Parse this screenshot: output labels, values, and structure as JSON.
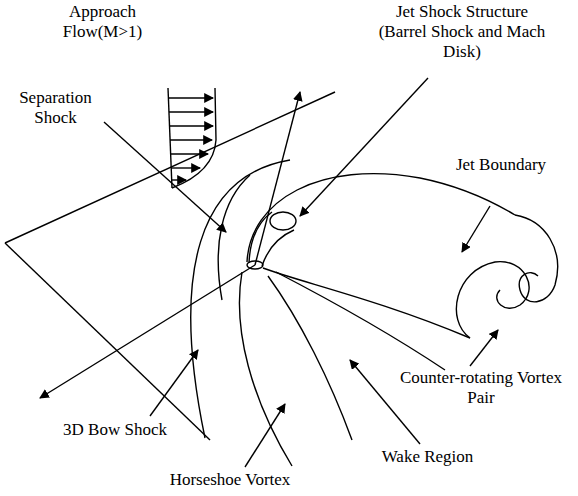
{
  "diagram": {
    "labels": [
      "Approach Flow(M>1)",
      "Separation Shock",
      "Jet Shock Structure (Barrel Shock and Mach Disk)",
      "Jet Boundary",
      "Counter-rotating Vortex Pair",
      "3D Bow Shock",
      "Wake Region",
      "Horseshoe Vortex"
    ]
  }
}
